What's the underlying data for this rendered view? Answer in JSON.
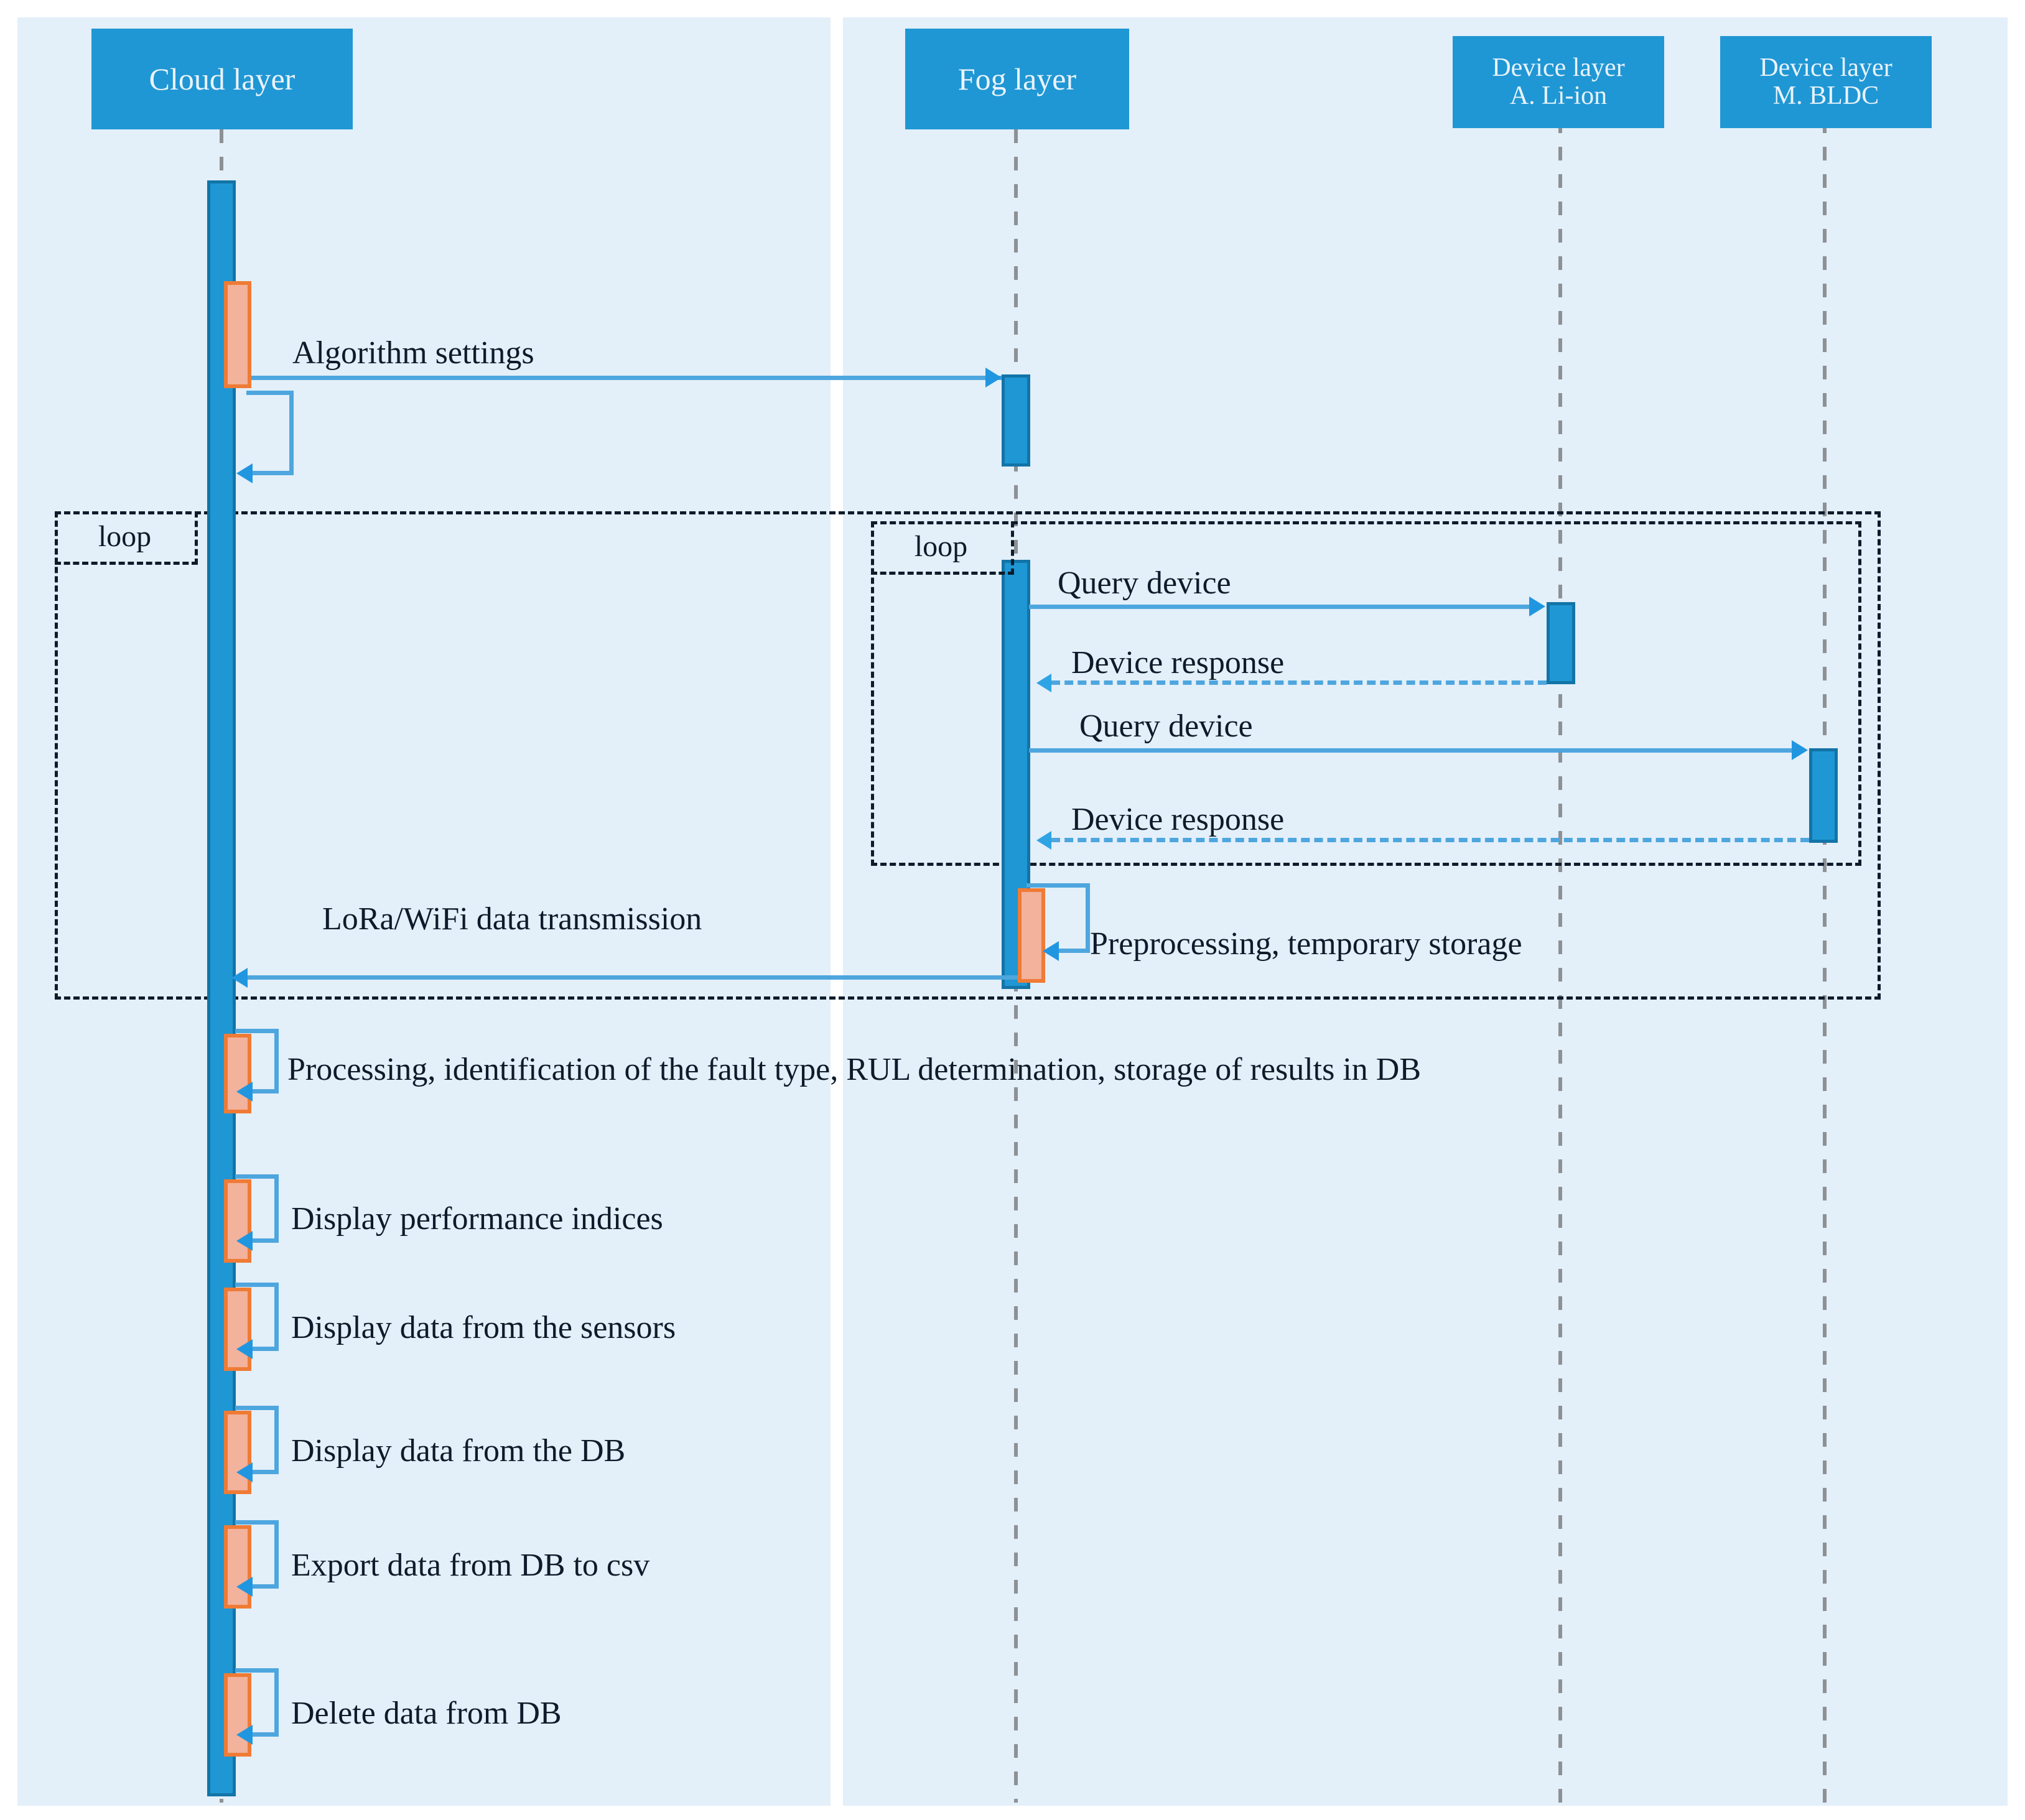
{
  "diagram": {
    "type": "uml-sequence-diagram",
    "title": "IoT predictive-maintenance sequence diagram"
  },
  "lifelines": [
    {
      "id": "cloud",
      "label_line1": "Cloud layer",
      "label_line2": ""
    },
    {
      "id": "fog",
      "label_line1": "Fog layer",
      "label_line2": ""
    },
    {
      "id": "liion",
      "label_line1": "Device layer",
      "label_line2": "A. Li-ion"
    },
    {
      "id": "bldc",
      "label_line1": "Device layer",
      "label_line2": "M. BLDC"
    }
  ],
  "fragments": [
    {
      "id": "outer-loop",
      "label": "loop"
    },
    {
      "id": "inner-loop",
      "label": "loop"
    }
  ],
  "messages": [
    {
      "id": "m1",
      "label": "Algorithm settings",
      "from": "cloud",
      "to": "fog",
      "style": "solid"
    },
    {
      "id": "m2",
      "label": "Query device",
      "from": "fog",
      "to": "liion",
      "style": "solid"
    },
    {
      "id": "m3",
      "label": "Device response",
      "from": "liion",
      "to": "fog",
      "style": "dashed"
    },
    {
      "id": "m4",
      "label": "Query device",
      "from": "fog",
      "to": "bldc",
      "style": "solid"
    },
    {
      "id": "m5",
      "label": "Device response",
      "from": "bldc",
      "to": "fog",
      "style": "dashed"
    },
    {
      "id": "m6",
      "label": "Preprocessing, temporary storage",
      "from": "fog",
      "to": "fog",
      "style": "self"
    },
    {
      "id": "m7",
      "label": "LoRa/WiFi data transmission",
      "from": "fog",
      "to": "cloud",
      "style": "solid"
    },
    {
      "id": "m8",
      "label": "Processing, identification of the fault type, RUL determination, storage of results in DB",
      "from": "cloud",
      "to": "cloud",
      "style": "self"
    },
    {
      "id": "m9",
      "label": "Display performance  indices",
      "from": "cloud",
      "to": "cloud",
      "style": "self"
    },
    {
      "id": "m10",
      "label": "Display data from the sensors",
      "from": "cloud",
      "to": "cloud",
      "style": "self"
    },
    {
      "id": "m11",
      "label": "Display data from the DB",
      "from": "cloud",
      "to": "cloud",
      "style": "self"
    },
    {
      "id": "m12",
      "label": "Export data from DB to csv",
      "from": "cloud",
      "to": "cloud",
      "style": "self"
    },
    {
      "id": "m13",
      "label": "Delete data from DB",
      "from": "cloud",
      "to": "cloud",
      "style": "self"
    }
  ],
  "colors": {
    "panel_background": "#e3eff9",
    "header_box": "#1f97d4",
    "header_text": "#eaf3fb",
    "activation_blue": "#1f97d4",
    "activation_blue_border": "#1274a7",
    "activation_orange": "#f2b29b",
    "activation_orange_border": "#ef7b35",
    "message_line": "#4ea6de",
    "arrow_head": "#2196e0",
    "lifeline_dash": "#8d9195",
    "fragment_border": "#0d1b2a",
    "label_text": "#0d1b2a"
  }
}
